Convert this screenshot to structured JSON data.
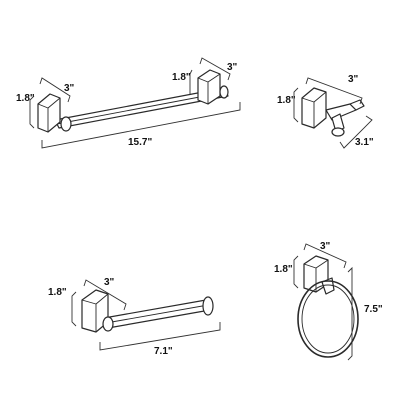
{
  "products": {
    "towel_bar": {
      "base_height": "1.8\"",
      "base_depth": "3\"",
      "right_base_height": "1.8\"",
      "right_base_depth": "3\"",
      "length": "15.7\""
    },
    "robe_hook": {
      "height": "1.8\"",
      "depth": "3\"",
      "projection": "3.1\""
    },
    "paper_holder": {
      "height": "1.8\"",
      "depth": "3\"",
      "length": "7.1\""
    },
    "towel_ring": {
      "height": "1.8\"",
      "depth": "3\"",
      "drop": "7.5\""
    }
  },
  "colors": {
    "line": "#2a2a2a",
    "background": "#ffffff"
  }
}
